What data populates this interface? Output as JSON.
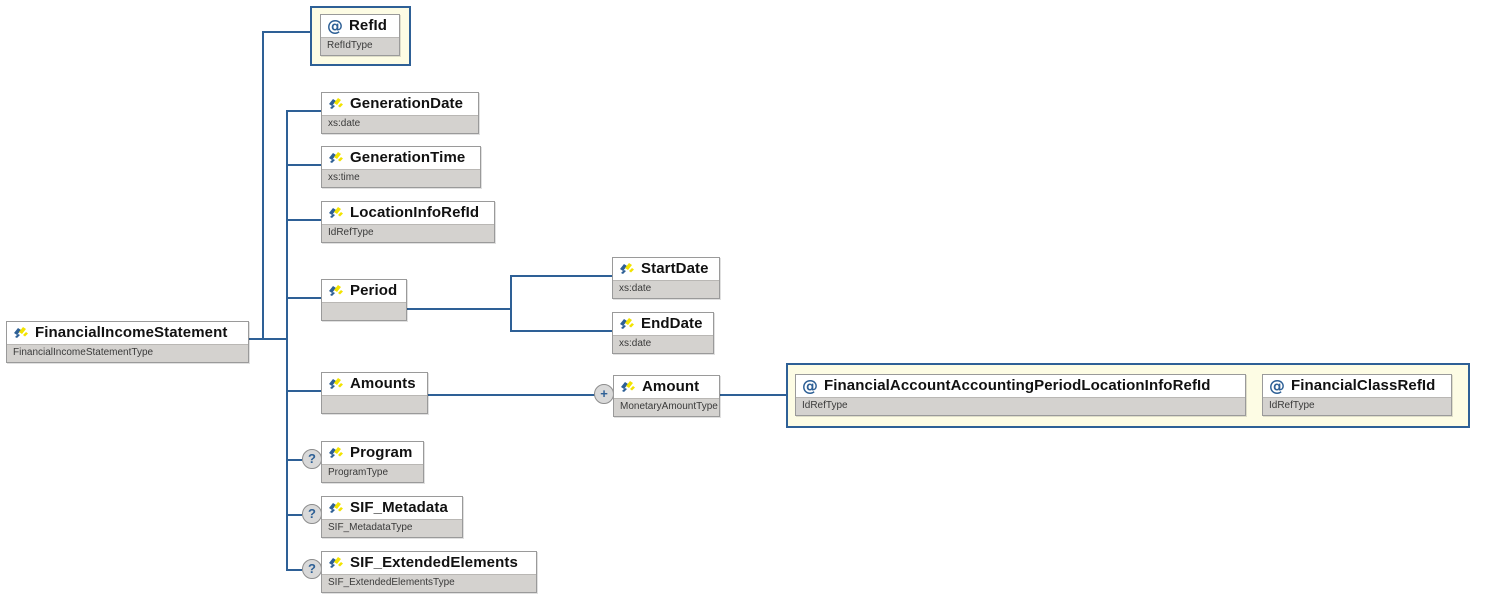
{
  "diagram": {
    "kind": "xml-schema-tree",
    "colors": {
      "line": "#2e6096",
      "attribute_group_bg": "#fdfce4",
      "node_border": "#9a9a9a",
      "type_bar_bg": "#d4d2cf",
      "marker_bg": "#d9d9d9",
      "icon_blue": "#2e6096",
      "icon_yellow": "#f2e300"
    },
    "root": {
      "name": "FinancialIncomeStatement",
      "type": "FinancialIncomeStatementType",
      "icon": "element-icon"
    },
    "attributes": [
      {
        "name": "RefId",
        "type": "RefIdType",
        "icon": "attribute-icon"
      }
    ],
    "children": [
      {
        "name": "GenerationDate",
        "type": "xs:date",
        "icon": "element-icon",
        "occurrence": ""
      },
      {
        "name": "GenerationTime",
        "type": "xs:time",
        "icon": "element-icon",
        "occurrence": ""
      },
      {
        "name": "LocationInfoRefId",
        "type": "IdRefType",
        "icon": "element-icon",
        "occurrence": ""
      },
      {
        "name": "Period",
        "type": "",
        "icon": "element-icon",
        "occurrence": ""
      },
      {
        "name": "Amounts",
        "type": "",
        "icon": "element-icon",
        "occurrence": ""
      },
      {
        "name": "Program",
        "type": "ProgramType",
        "icon": "element-icon",
        "occurrence": "?"
      },
      {
        "name": "SIF_Metadata",
        "type": "SIF_MetadataType",
        "icon": "element-icon",
        "occurrence": "?"
      },
      {
        "name": "SIF_ExtendedElements",
        "type": "SIF_ExtendedElementsType",
        "icon": "element-icon",
        "occurrence": "?"
      }
    ],
    "period_children": [
      {
        "name": "StartDate",
        "type": "xs:date",
        "icon": "element-icon"
      },
      {
        "name": "EndDate",
        "type": "xs:date",
        "icon": "element-icon"
      }
    ],
    "amounts_children": [
      {
        "name": "Amount",
        "type": "MonetaryAmountType",
        "icon": "element-icon",
        "occurrence": "+"
      }
    ],
    "amount_attributes": [
      {
        "name": "FinancialAccountAccountingPeriodLocationInfoRefId",
        "type": "IdRefType",
        "icon": "attribute-icon"
      },
      {
        "name": "FinancialClassRefId",
        "type": "IdRefType",
        "icon": "attribute-icon"
      }
    ],
    "markers": {
      "optional": "?",
      "repeating": "+"
    }
  }
}
